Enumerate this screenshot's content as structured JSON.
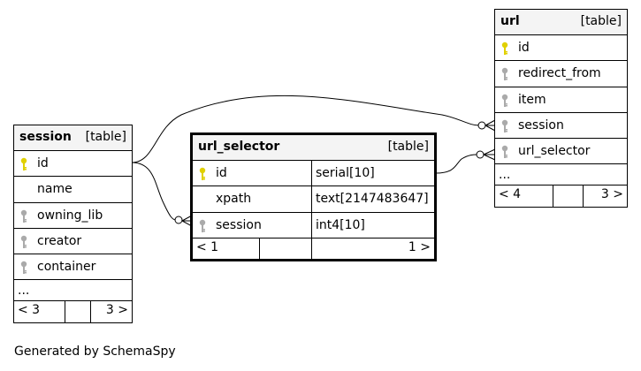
{
  "tables": {
    "session": {
      "name": "session",
      "type": "[table]",
      "columns": [
        "id",
        "name",
        "owning_lib",
        "creator",
        "container"
      ],
      "ellipsis": "...",
      "nav": {
        "left": "< 3",
        "right": "3 >"
      }
    },
    "url_selector": {
      "name": "url_selector",
      "type": "[table]",
      "columns": [
        {
          "name": "id",
          "type": "serial[10]"
        },
        {
          "name": "xpath",
          "type": "text[2147483647]"
        },
        {
          "name": "session",
          "type": "int4[10]"
        }
      ],
      "nav": {
        "left": "< 1",
        "right": "1 >"
      }
    },
    "url": {
      "name": "url",
      "type": "[table]",
      "columns": [
        "id",
        "redirect_from",
        "item",
        "session",
        "url_selector"
      ],
      "ellipsis": "...",
      "nav": {
        "left": "< 4",
        "right": "3 >"
      }
    }
  },
  "key_icons": {
    "primary": {
      "icon": "primary-key-icon",
      "color": "#e0d000"
    },
    "foreign": {
      "icon": "foreign-key-icon",
      "color": "#aaaaaa"
    }
  },
  "footer": "Generated by SchemaSpy"
}
